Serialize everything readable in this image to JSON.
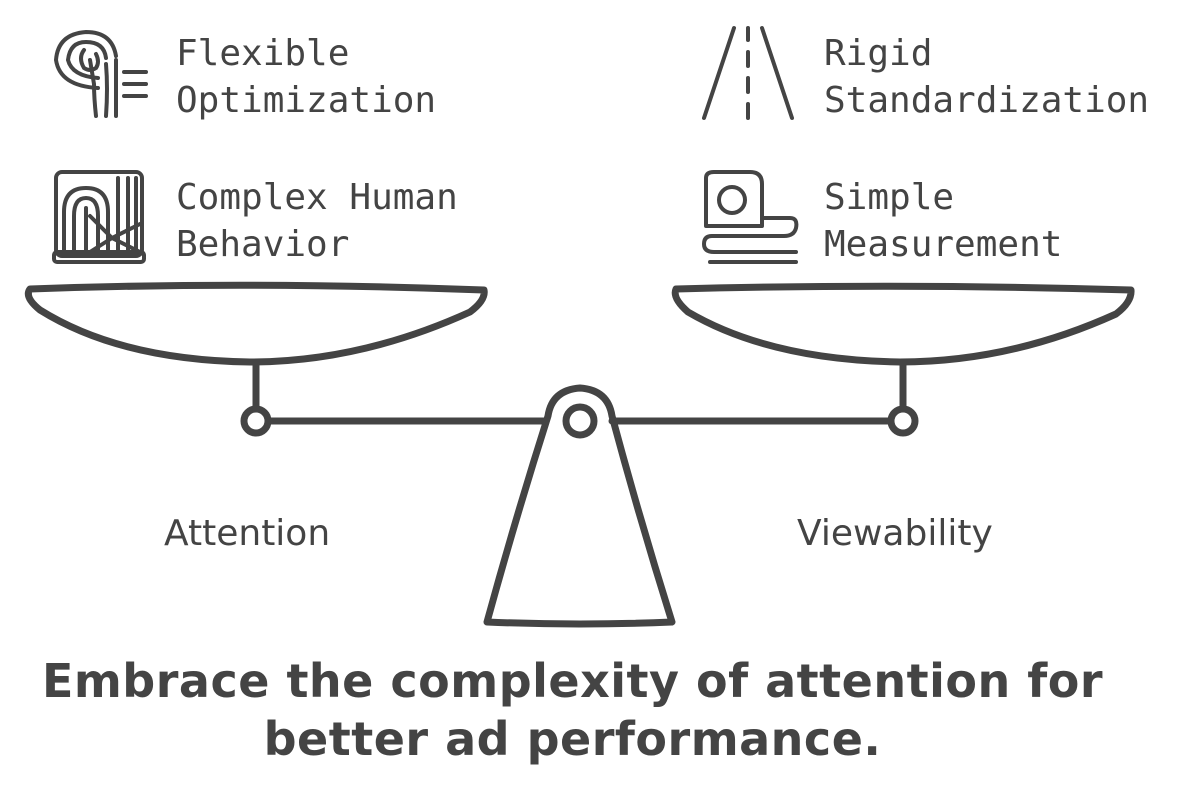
{
  "left_pan": {
    "items": [
      {
        "icon": "fingerprint-icon",
        "line1": "Flexible",
        "line2": "Optimization"
      },
      {
        "icon": "brain-maze-icon",
        "line1": "Complex Human",
        "line2": "Behavior"
      }
    ],
    "label": "Attention"
  },
  "right_pan": {
    "items": [
      {
        "icon": "road-icon",
        "line1": "Rigid",
        "line2": "Standardization"
      },
      {
        "icon": "tape-measure-icon",
        "line1": "Simple",
        "line2": "Measurement"
      }
    ],
    "label": "Viewability"
  },
  "headline": {
    "line1": "Embrace the complexity of attention for",
    "line2": "better ad performance."
  },
  "colors": {
    "ink": "#444444",
    "background": "#ffffff"
  }
}
